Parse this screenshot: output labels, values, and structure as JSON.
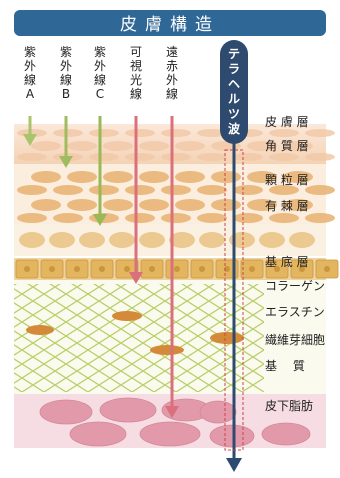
{
  "title": "皮膚構造",
  "colors": {
    "title_bg": "#2f6796",
    "title_text": "#ffffff",
    "uvA": "#a9c46a",
    "uvB": "#9fbc5e",
    "uvC": "#98b955",
    "visible": "#d9707c",
    "infrared": "#d9707c",
    "terahertz": "#2e4a6e",
    "fat": "#e7a9b6",
    "cell": "#e4b873"
  },
  "rays": [
    {
      "key": "uvA",
      "label": "紫外線A",
      "depth": "epidermis-top"
    },
    {
      "key": "uvB",
      "label": "紫外線B",
      "depth": "granular"
    },
    {
      "key": "uvC",
      "label": "紫外線C",
      "depth": "spinous"
    },
    {
      "key": "visible",
      "label": "可視光線",
      "depth": "basal"
    },
    {
      "key": "infrared",
      "label": "遠赤外線",
      "depth": "subcutaneous"
    }
  ],
  "terahertz_label": "テラヘルツ波",
  "layers": [
    {
      "label": "皮 膚 層"
    },
    {
      "label": "角 質 層"
    },
    {
      "label": "顆 粒 層"
    },
    {
      "label": "有 棘 層"
    },
    {
      "label": "基 底 層"
    },
    {
      "label": "コラーゲン"
    },
    {
      "label": "エラスチン"
    },
    {
      "label": "繊維芽細胞"
    },
    {
      "label": "基　 質"
    },
    {
      "label": "皮下脂肪"
    }
  ]
}
